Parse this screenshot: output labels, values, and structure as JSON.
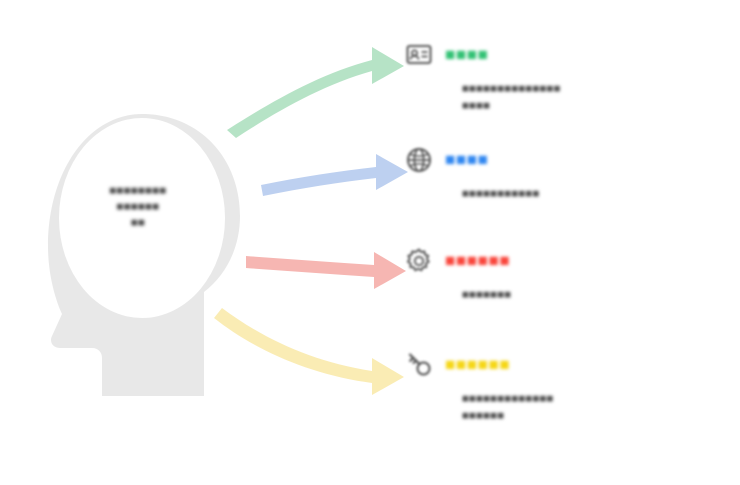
{
  "diagram": {
    "type": "radial-callout-infographic",
    "background_color": "#ffffff",
    "central_figure": {
      "name": "head-silhouette",
      "fill_color": "#e8e8e8",
      "brain_label_lines": [
        "■■■■■■■■",
        "■■■■■■",
        "■■"
      ]
    },
    "connectors": [
      {
        "name": "arrow-green",
        "color": "#b6e3c6",
        "curve": "up-strong"
      },
      {
        "name": "arrow-blue",
        "color": "#bdd0f0",
        "curve": "up-slight"
      },
      {
        "name": "arrow-red",
        "color": "#f6b6b2",
        "curve": "down-slight"
      },
      {
        "name": "arrow-yellow",
        "color": "#faecb4",
        "curve": "down-strong"
      }
    ],
    "items": [
      {
        "icon": "id-card-icon",
        "accent_color": "#31c173",
        "title": "■■■■",
        "body_lines": [
          "■■■■■■■■■■■■■■",
          "■■■■"
        ]
      },
      {
        "icon": "globe-icon",
        "accent_color": "#2f86f0",
        "title": "■■■■",
        "body_lines": [
          "■■■■■■■■■■■"
        ]
      },
      {
        "icon": "gear-icon",
        "accent_color": "#f9443a",
        "title": "■■■■■■",
        "body_lines": [
          "■■■■■■■"
        ]
      },
      {
        "icon": "key-icon",
        "accent_color": "#f5d614",
        "title": "■■■■■■",
        "body_lines": [
          "■■■■■■■■■■■■■",
          "■■■■■■"
        ]
      }
    ]
  }
}
